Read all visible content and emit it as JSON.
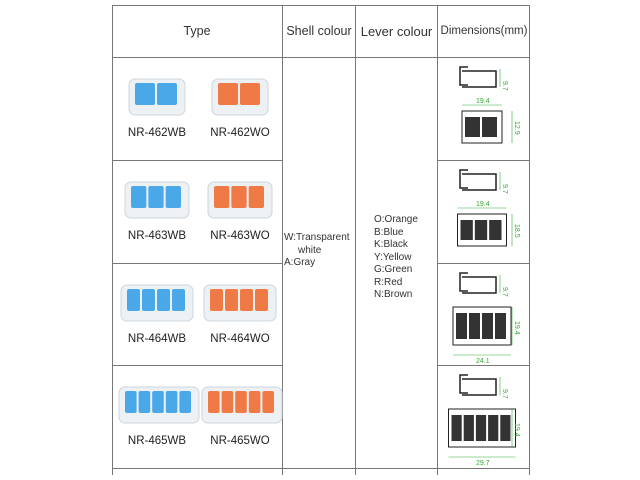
{
  "headers": {
    "type": "Type",
    "shell": "Shell colour",
    "lever": "Lever colour",
    "dims": "Dimensions(mm)"
  },
  "shell_colours": [
    "W:Transparent",
    "white",
    "A:Gray"
  ],
  "lever_colours": [
    "O:Orange",
    "B:Blue",
    "K:Black",
    "Y:Yellow",
    "G:Green",
    "R:Red",
    "N:Brown"
  ],
  "rows": [
    {
      "wb": "NR-462WB",
      "wo": "NR-462WO",
      "poles": 2,
      "height": "9.7",
      "width": "19.4",
      "depth": "12.9"
    },
    {
      "wb": "NR-463WB",
      "wo": "NR-463WO",
      "poles": 3,
      "height": "9.7",
      "width": "19.4",
      "depth": "18.5"
    },
    {
      "wb": "NR-464WB",
      "wo": "NR-464WO",
      "poles": 4,
      "height": "9.7",
      "width": "24.1",
      "depth": "19.4"
    },
    {
      "wb": "NR-465WB",
      "wo": "NR-465WO",
      "poles": 5,
      "height": "9.7",
      "width": "29.7",
      "depth": "19.4"
    }
  ],
  "colors": {
    "blue": "#4aa8e8",
    "orange": "#f07a45",
    "dim": "#3a3"
  }
}
